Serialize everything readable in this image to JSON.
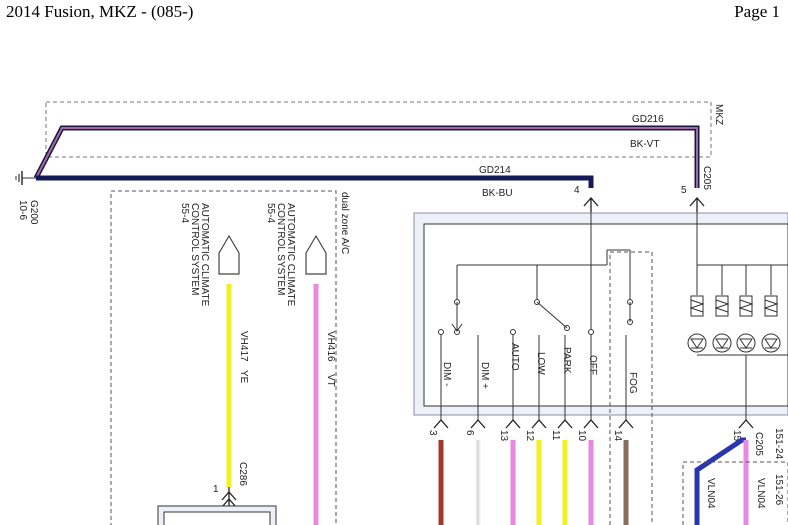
{
  "header": {
    "title": "2014 Fusion, MKZ - (085-)",
    "page": "Page 1"
  },
  "diagram": {
    "ground": {
      "id": "G200",
      "ref": "10-6"
    },
    "mkz_label": "MKZ",
    "dual_zone_label": "dual zone A/C",
    "wires": {
      "gd216": {
        "circuit": "GD216",
        "color_code": "BK-VT"
      },
      "gd214": {
        "circuit": "GD214",
        "color_code": "BK-BU"
      },
      "vh417": "VH417",
      "vh417_color": "YE",
      "vh416": "VH416",
      "vh416_color": "VT",
      "vln04a": "VLN04",
      "vln04b": "VLN04"
    },
    "connectors": {
      "c205_top": "C205",
      "c205_bottom": "C205",
      "c286": "C286",
      "pin_4": "4",
      "pin_5": "5",
      "pin_1": "1",
      "pin_15": "15"
    },
    "module_left": {
      "line1": "AUTOMATIC CLIMATE",
      "line2": "CONTROL SYSTEM",
      "ref": "55-4"
    },
    "module_right": {
      "line1": "AUTOMATIC CLIMATE",
      "line2": "CONTROL SYSTEM",
      "ref": "55-4"
    },
    "switch_positions": [
      "DIM -",
      "DIM +",
      "AUTO",
      "LOW",
      "PARK",
      "OFF",
      "FOG"
    ],
    "switch_pins": [
      "3",
      "6",
      "13",
      "12",
      "11",
      "10",
      "14"
    ],
    "refs": [
      "151-24",
      "151-26"
    ],
    "colors": {
      "bk_vt_outer": "#1a1838",
      "bk_vt_inner": "#a06aa8",
      "bk_bu": "#141a55",
      "yellow": "#f2f020",
      "violet": "#e888e0",
      "brown": "#a0392c",
      "blue": "#2a36b0",
      "panel": "#eef0f8"
    }
  }
}
